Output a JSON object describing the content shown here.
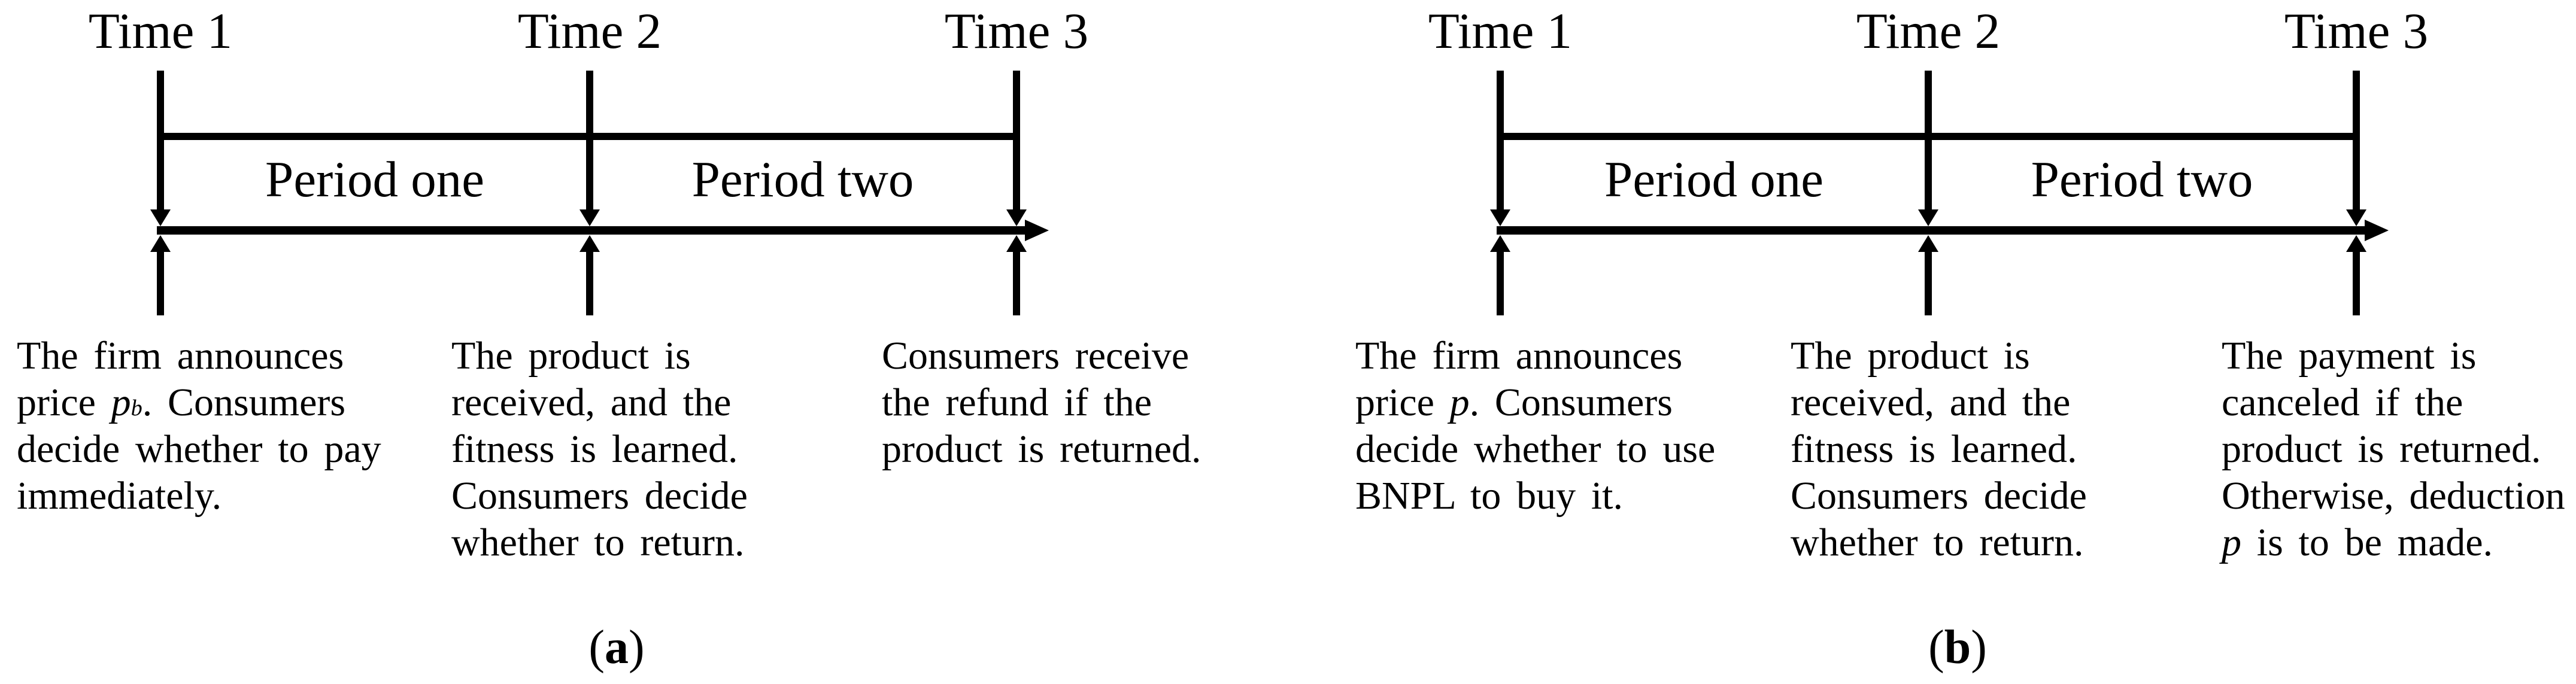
{
  "figure": {
    "description": "Two timeline diagrams comparing purchase sequences",
    "colors": {
      "ink": "#000000",
      "background": "#ffffff"
    }
  },
  "panels": [
    {
      "id": "a",
      "caption_html": "(<b>a</b>)",
      "time_labels": [
        "Time 1",
        "Time 2",
        "Time 3"
      ],
      "period_labels": [
        "Period one",
        "Period two"
      ],
      "columns": [
        {
          "lines": [
            "The firm announces",
            "price <i>p</i><sub><i>b</i></sub>. Consumers",
            "decide whether to pay",
            "immediately."
          ]
        },
        {
          "lines": [
            "The product is",
            "received, and the",
            "fitness is learned.",
            "Consumers decide",
            "whether to return."
          ]
        },
        {
          "lines": [
            "Consumers receive",
            "the refund if the",
            "product is returned."
          ]
        }
      ]
    },
    {
      "id": "b",
      "caption_html": "(<b>b</b>)",
      "time_labels": [
        "Time 1",
        "Time 2",
        "Time 3"
      ],
      "period_labels": [
        "Period one",
        "Period two"
      ],
      "columns": [
        {
          "lines": [
            "The firm announces",
            "price <i>p</i>. Consumers",
            "decide whether to use",
            "BNPL to buy it."
          ]
        },
        {
          "lines": [
            "The product is",
            "received, and the",
            "fitness is learned.",
            "Consumers decide",
            "whether to return."
          ]
        },
        {
          "lines": [
            "The payment is",
            "canceled if the",
            "product is returned.",
            "Otherwise, deduction",
            "<i>p</i> is to be made."
          ]
        }
      ]
    }
  ]
}
